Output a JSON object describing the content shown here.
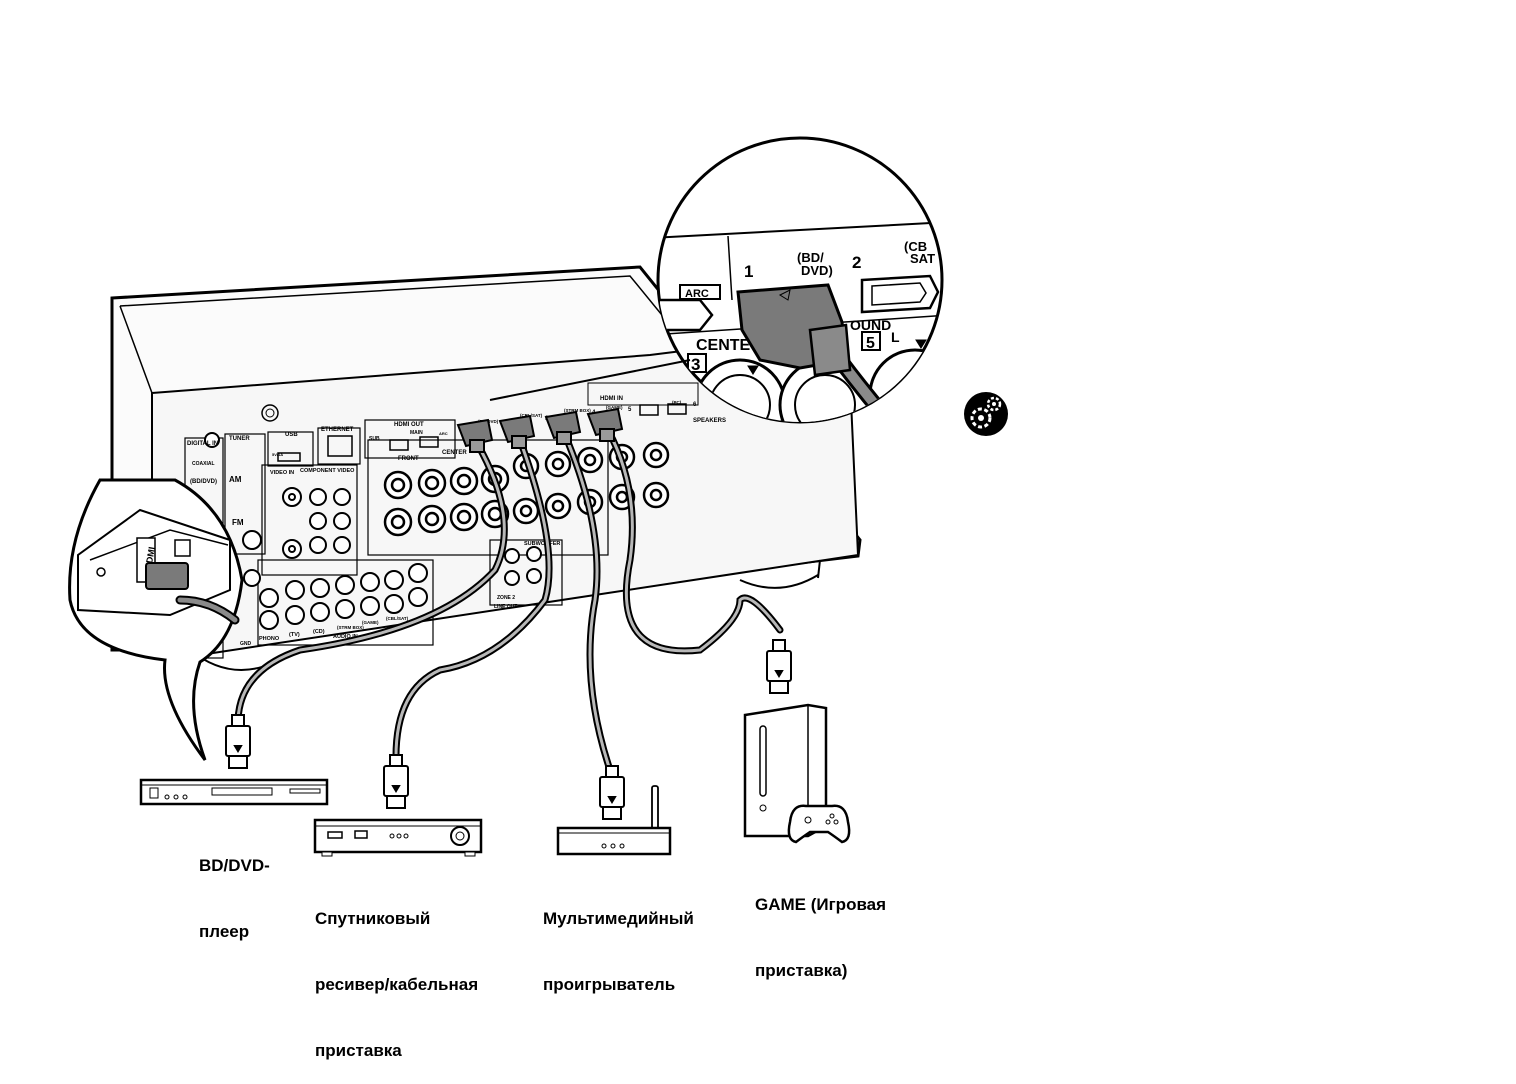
{
  "devices": [
    {
      "id": "bd",
      "lines": [
        "BD/DVD-",
        "плеер"
      ]
    },
    {
      "id": "sat",
      "lines": [
        "Спутниковый",
        "ресивер/кабельная",
        "приставка"
      ]
    },
    {
      "id": "media",
      "lines": [
        "Мультимедийный",
        "проигрыватель"
      ]
    },
    {
      "id": "game",
      "lines": [
        "GAME (Игровая",
        "приставка)"
      ]
    }
  ],
  "zoom_panel": {
    "arc": "ARC",
    "input1": "1",
    "input1_name": [
      "(BD/",
      "DVD)"
    ],
    "input2": "2",
    "input2_name": [
      "(CB",
      "SAT"
    ],
    "center": "CENTE",
    "center_num": "3",
    "surround": "OUND",
    "surround_num": "5",
    "surround_side": "L"
  },
  "receiver_panel": {
    "digital_in": "DIGITAL IN",
    "coaxial": "COAXIAL",
    "bd_dvd": "(BD/DVD)",
    "tuner": "TUNER",
    "am": "AM",
    "fm": "FM",
    "usb": "USB",
    "usb_rating": "5V/1A",
    "ethernet": "ETHERNET",
    "hdmi_out": "HDMI OUT",
    "sub": "SUB",
    "main": "MAIN",
    "arc": "ARC",
    "hdmi_in": "HDMI IN",
    "hdmi_in_names": [
      "(BD/DVD)",
      "(CBL/SAT)",
      "(STRM BOX)",
      "(GAME)",
      "(PC)"
    ],
    "hdmi_in_numbers": [
      "1",
      "2",
      "3",
      "4",
      "5",
      "6"
    ],
    "speakers": "SPEAKERS",
    "front": "FRONT",
    "center": "CENTER",
    "video_in": "VIDEO IN",
    "component_video": "COMPONENT VIDEO",
    "subwoofer": "SUBWOOFER",
    "zone2": "ZONE 2",
    "line_out": "LINE OUT",
    "audio_in": "AUDIO IN",
    "phono": "PHONO",
    "tv": "(TV)",
    "cd": "(CD)",
    "strm_box": "(STRM BOX)",
    "game": "(GAME)",
    "cbl_sat": "(CBL/SAT)",
    "gnd": "GND"
  },
  "hdmi_side_label": "HDMI",
  "colors": {
    "ink": "#000000",
    "paper": "#ffffff",
    "plug": "#7a7a7a",
    "receiver_fill": "#f7f7f7"
  }
}
